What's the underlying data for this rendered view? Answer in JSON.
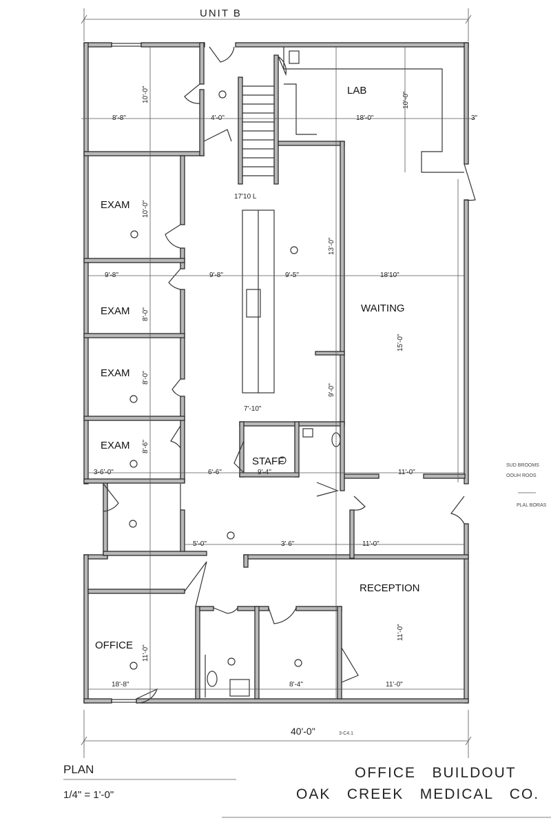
{
  "header": {
    "unit_label": "UNIT B"
  },
  "rooms": {
    "lab": "LAB",
    "exam_1": "EXAM",
    "exam_2": "EXAM",
    "exam_3": "EXAM",
    "exam_4": "EXAM",
    "waiting": "WAITING",
    "staff": "STAFF",
    "reception": "RECEPTION",
    "office": "OFFICE"
  },
  "dimensions": {
    "top_left_width": "8'-8\"",
    "top_left_height": "10'-0\"",
    "vestibule_width": "4'-0\"",
    "lab_width": "18'-0\"",
    "lab_height": "10'-0\"",
    "lab_edge": "3\"",
    "corridor_length": "17'10 L",
    "exam_1_height": "10'-0\"",
    "exam_width": "9'-8\"",
    "corridor_width": "9'-8\"",
    "island_side": "9'-5\"",
    "waiting_width": "18'10\"",
    "waiting_height": "15'-0\"",
    "corridor_height_a": "13'-0\"",
    "corridor_height_b": "9'-0\"",
    "exam_2_height": "8'-0\"",
    "exam_3_height": "8'-0\"",
    "exam_4_height": "8'-6\"",
    "island_width": "7'-10\"",
    "left_hall": "3-6'-0\"",
    "staff_hall": "6'-6\"",
    "staff_width": "9'-4\"",
    "waiting_lower": "11'-0\"",
    "hall_a": "5'-0\"",
    "hall_b": "3' 6\"",
    "hall_c": "11'-0\"",
    "office_width": "18'-8\"",
    "office_height": "11'-0\"",
    "room_4_width": "8'-4\"",
    "reception_width": "11'-0\"",
    "reception_height": "11'-0\"",
    "overall_width": "40'-0\"",
    "overall_note": "3-C4.1"
  },
  "side_notes": [
    "SUD BROOMS",
    "OOUH ROOS",
    "PLAL BORAS"
  ],
  "title_block": {
    "plan_label": "PLAN",
    "scale": "1/4\" = 1'-0\"",
    "project_line_1": "OFFICE   BUILDOUT",
    "project_line_2": "OAK   CREEK   MEDICAL   CO."
  }
}
